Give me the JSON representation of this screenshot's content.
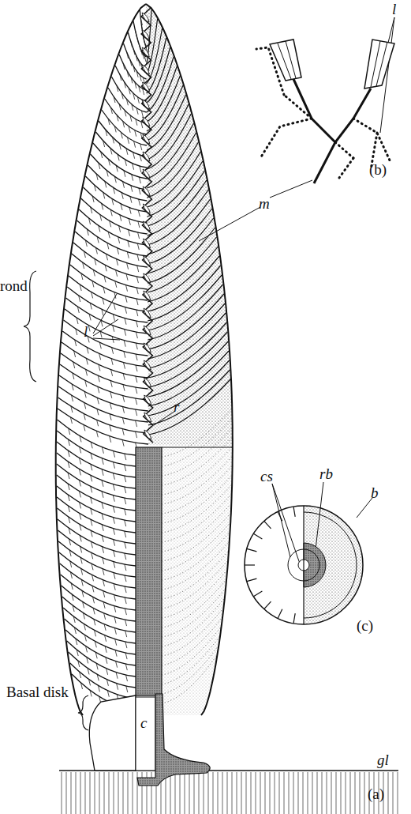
{
  "diagram": {
    "labels": [
      "l",
      "(b)",
      "m",
      "rond",
      "r",
      "cs",
      "rb",
      "b",
      "l",
      "(c)",
      "Basal disk",
      "c",
      "gl",
      "(a)"
    ]
  }
}
